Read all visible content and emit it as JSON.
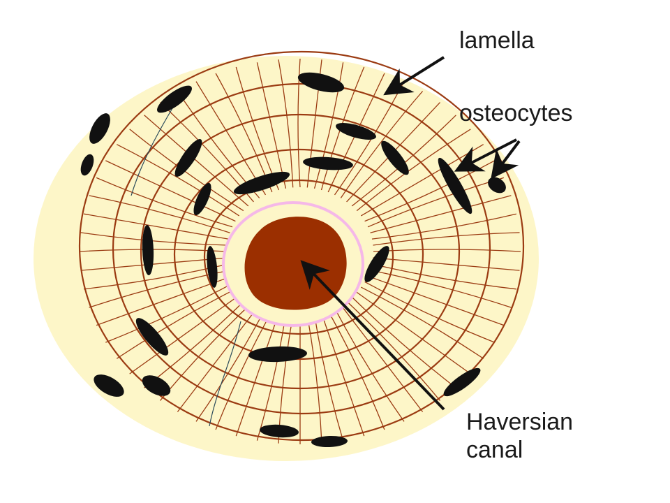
{
  "labels": {
    "lamella": "lamella",
    "osteocytes": "osteocytes",
    "haversian_line1": "Haversian",
    "haversian_line2": "canal"
  },
  "colors": {
    "background": "#ffffff",
    "matrix": "#fdf6c8",
    "lamella_lines": "#9b3b12",
    "canal": "#9b2f00",
    "canal_lining": "#f5b8e8",
    "osteocyte": "#111111",
    "arrow": "#111111",
    "text": "#1a1a1a"
  }
}
